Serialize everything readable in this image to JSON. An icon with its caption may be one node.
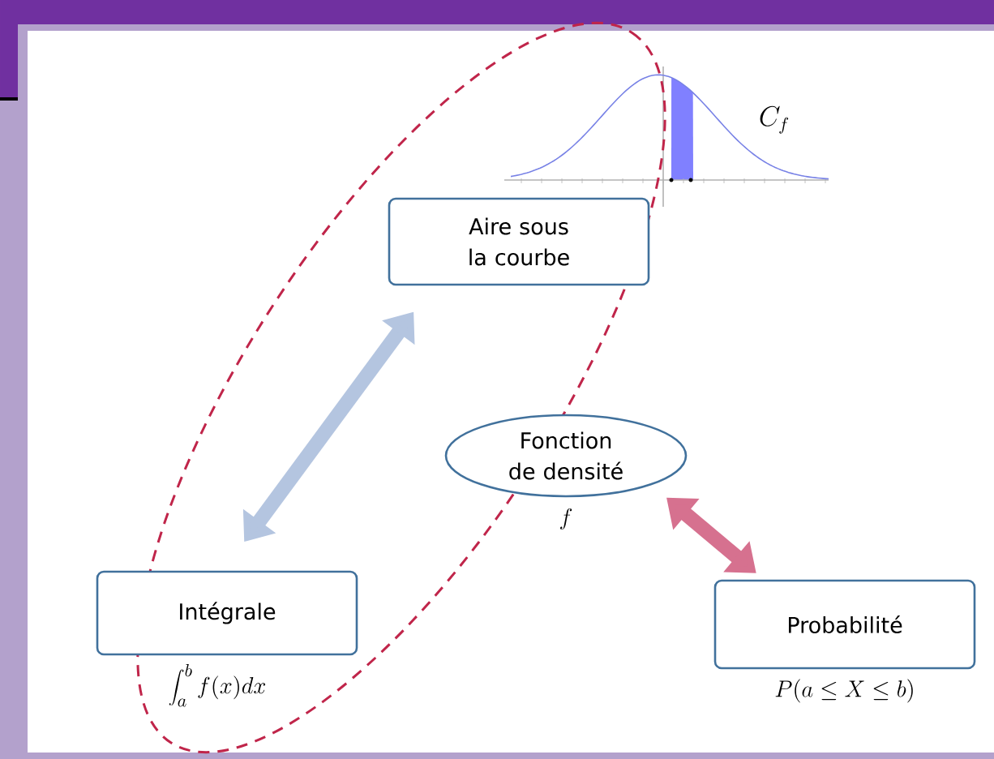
{
  "diagram": {
    "nodes": [
      {
        "text": [
          "Aire sous la courbe"
        ]
      },
      {
        "text": [
          "Fonction de densité"
        ],
        "beside": [
          "f"
        ]
      },
      {
        "text": [
          "Intégrale"
        ],
        "beside": [
          "\\int_a^b f(x)dx"
        ]
      },
      {
        "text": [
          "Probabilité"
        ],
        "beside": [
          "P(a \\leq X \\leq b)"
        ]
      }
    ],
    "edges": [
      {
        "from": 0,
        "to": 2,
        "arrow": "both",
        "color": "#b4c5e0"
      },
      {
        "from": 1,
        "to": 3,
        "arrow": "both",
        "color": "#d6718f"
      }
    ],
    "labels": [
      "C_f"
    ]
  }
}
